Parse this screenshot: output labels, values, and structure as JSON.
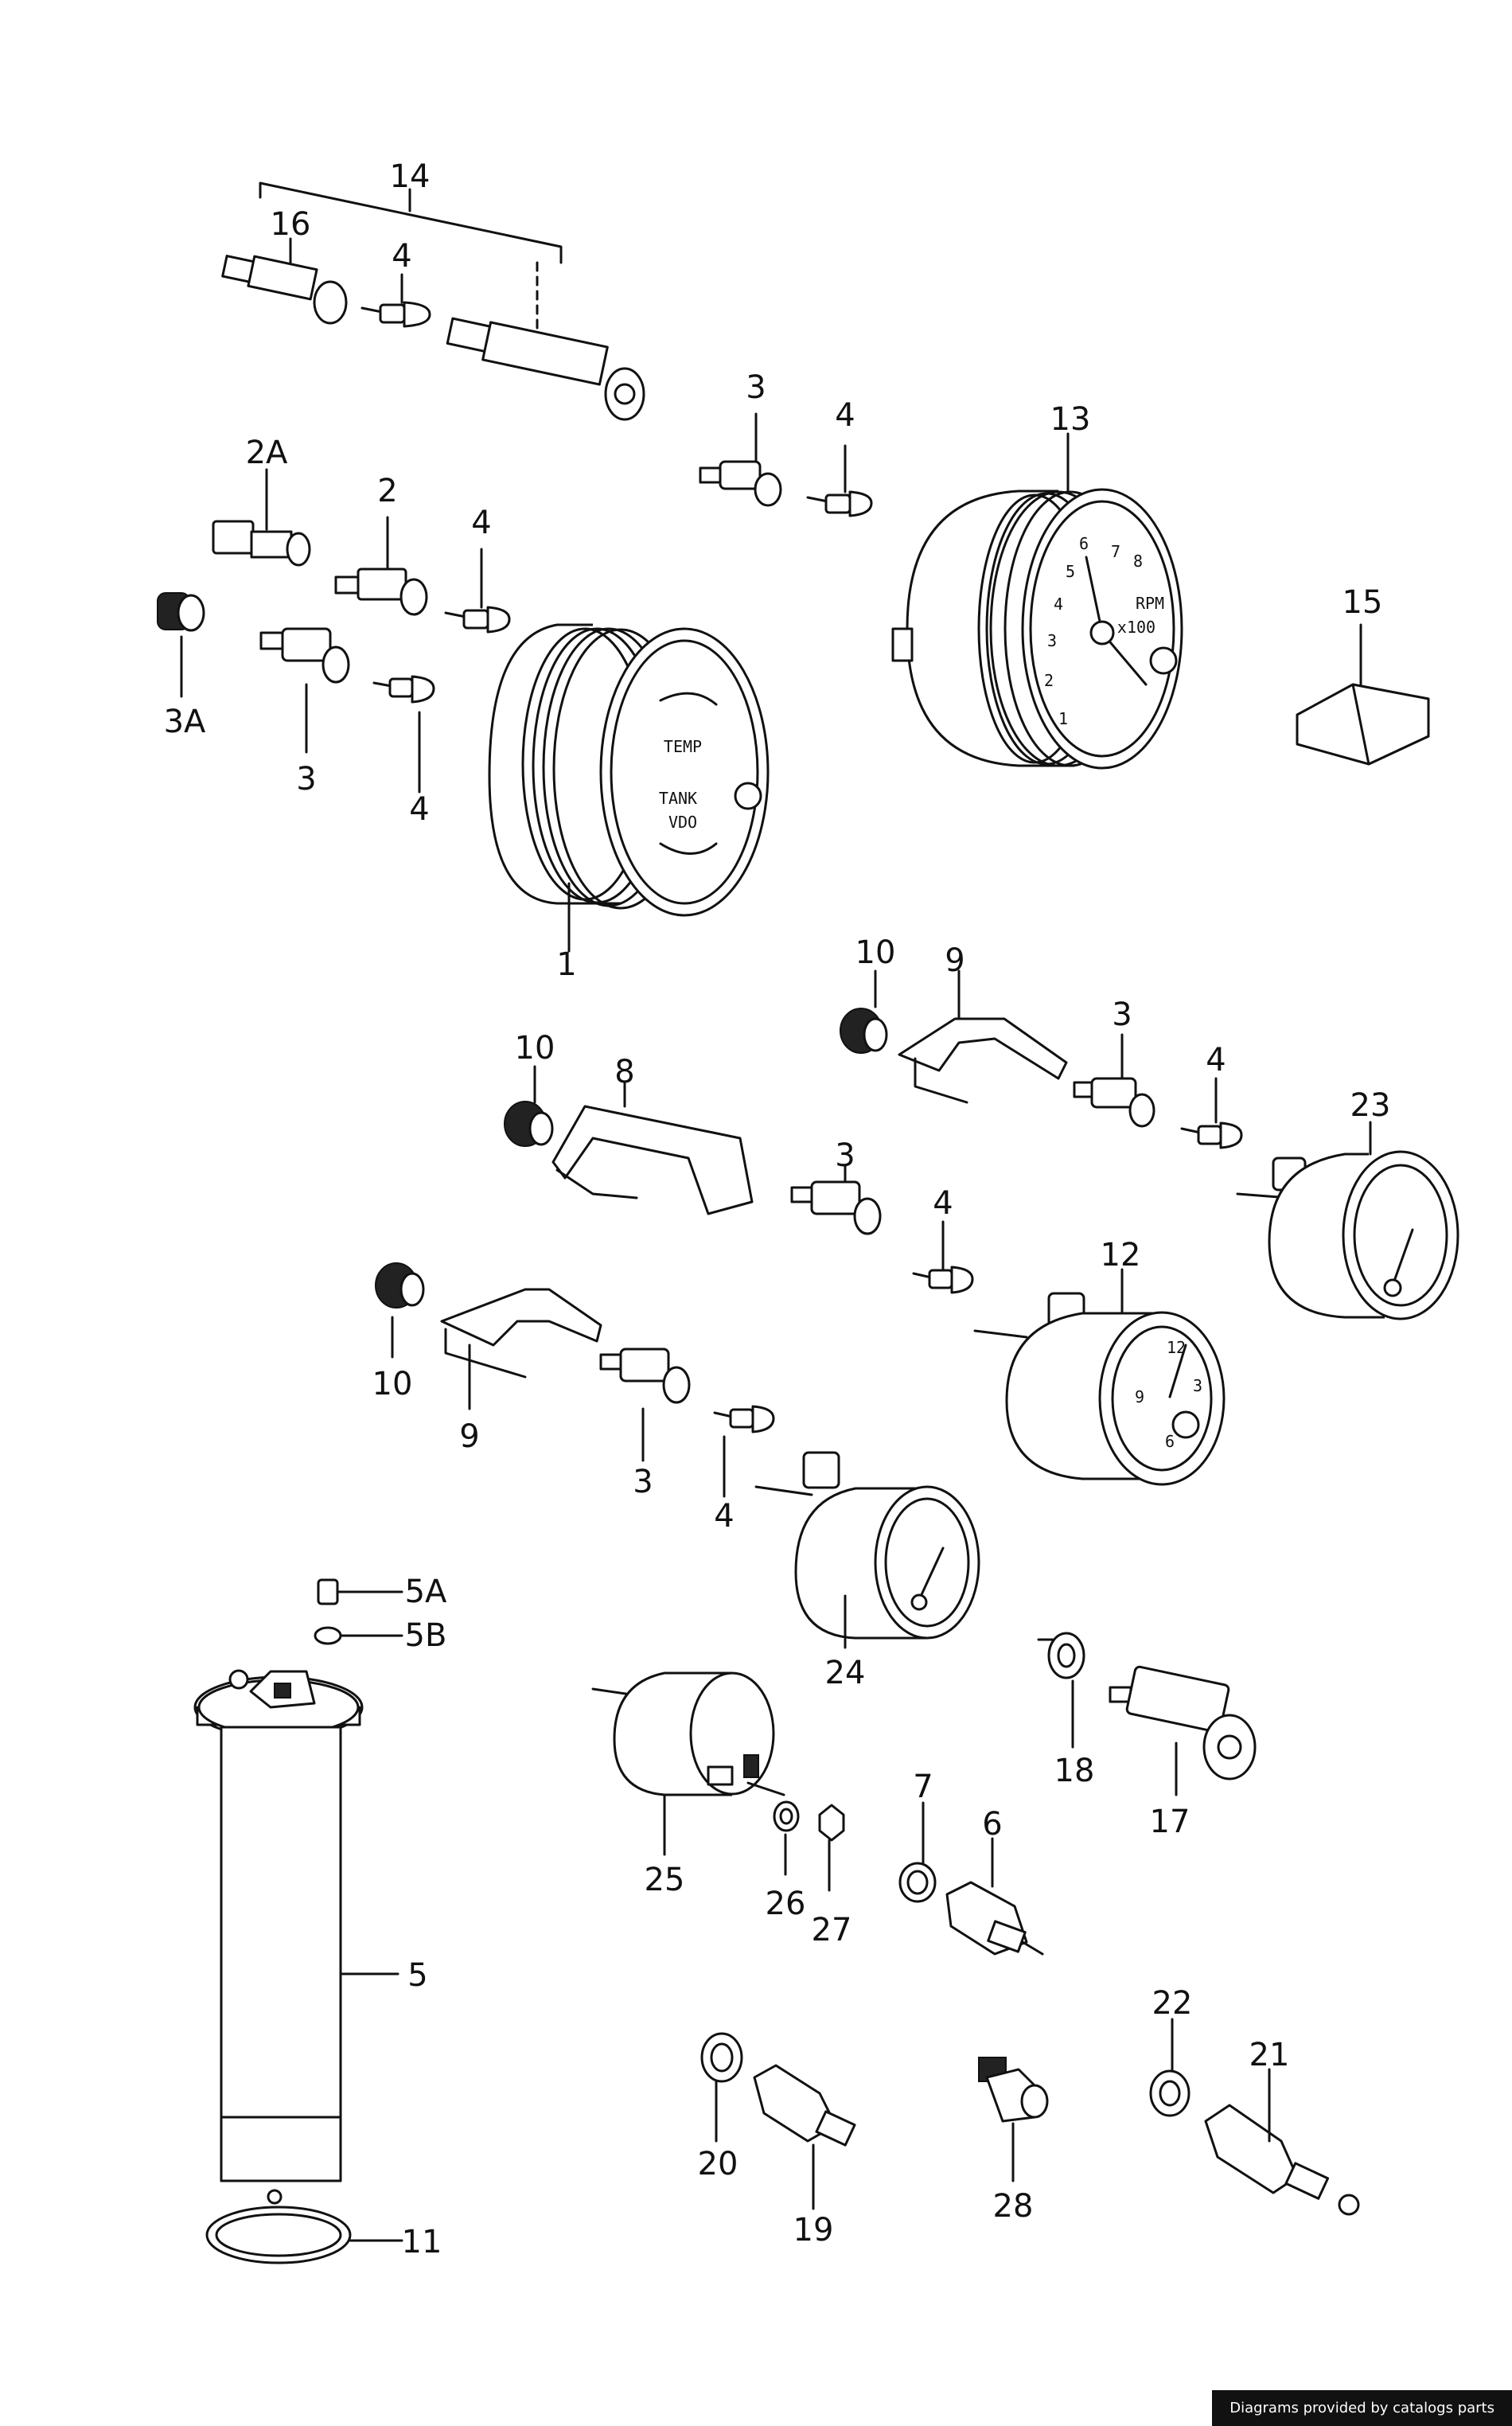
{
  "callouts": {
    "c14": "14",
    "c16": "16",
    "c4a": "4",
    "c3a": "3",
    "c4b": "4",
    "c13": "13",
    "c2a": "2A",
    "c2": "2",
    "c4c": "4",
    "c15": "15",
    "c3A": "3A",
    "c3b": "3",
    "c4d": "4",
    "c1": "1",
    "c10a": "10",
    "c9a": "9",
    "c3c": "3",
    "c4e": "4",
    "c23": "23",
    "c10b": "10",
    "c8": "8",
    "c3d": "3",
    "c4f": "4",
    "c12": "12",
    "c10c": "10",
    "c9b": "9",
    "c3e": "3",
    "c4g": "4",
    "c5A": "5A",
    "c5B": "5B",
    "c24": "24",
    "c18": "18",
    "c17": "17",
    "c25": "25",
    "c26": "26",
    "c27": "27",
    "c7": "7",
    "c6": "6",
    "c5": "5",
    "c22": "22",
    "c21": "21",
    "c20": "20",
    "c19": "19",
    "c28": "28",
    "c11": "11"
  },
  "gauge_faces": {
    "combo_temp": "TEMP",
    "combo_tank": "TANK",
    "combo_brand": "VDO",
    "tach_rpm": "RPM",
    "tach_mult": "x100",
    "tach_numbers": [
      "1",
      "2",
      "3",
      "4",
      "5",
      "6",
      "7",
      "8"
    ],
    "clock_numbers": [
      "12",
      "3",
      "6",
      "9"
    ]
  },
  "footer": {
    "credit": "Diagrams provided by catalogs parts"
  }
}
